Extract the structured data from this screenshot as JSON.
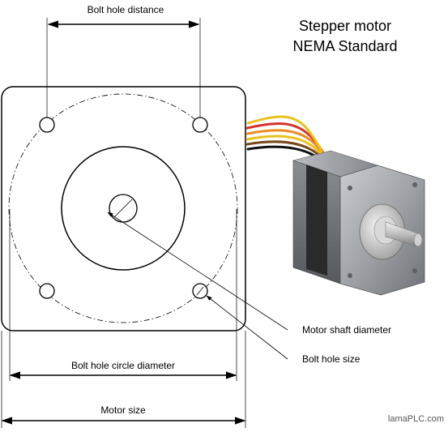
{
  "title": {
    "line1": "Stepper motor",
    "line2": "NEMA Standard"
  },
  "labels": {
    "bolt_hole_distance": "Bolt hole distance",
    "bolt_hole_circle_diameter": "Bolt hole circle diameter",
    "motor_size": "Motor size",
    "motor_shaft_diameter": "Motor shaft diameter",
    "bolt_hole_size": "Bolt hole size"
  },
  "watermark": "lamaPLC.com",
  "colors": {
    "line": "#000000",
    "motor_body": "#8f9397",
    "motor_dark": "#2a2a2a",
    "wire_red": "#d6342a",
    "wire_orange": "#ee8a22",
    "wire_yellow": "#e9c21c",
    "wire_brown": "#7a4a1c"
  }
}
